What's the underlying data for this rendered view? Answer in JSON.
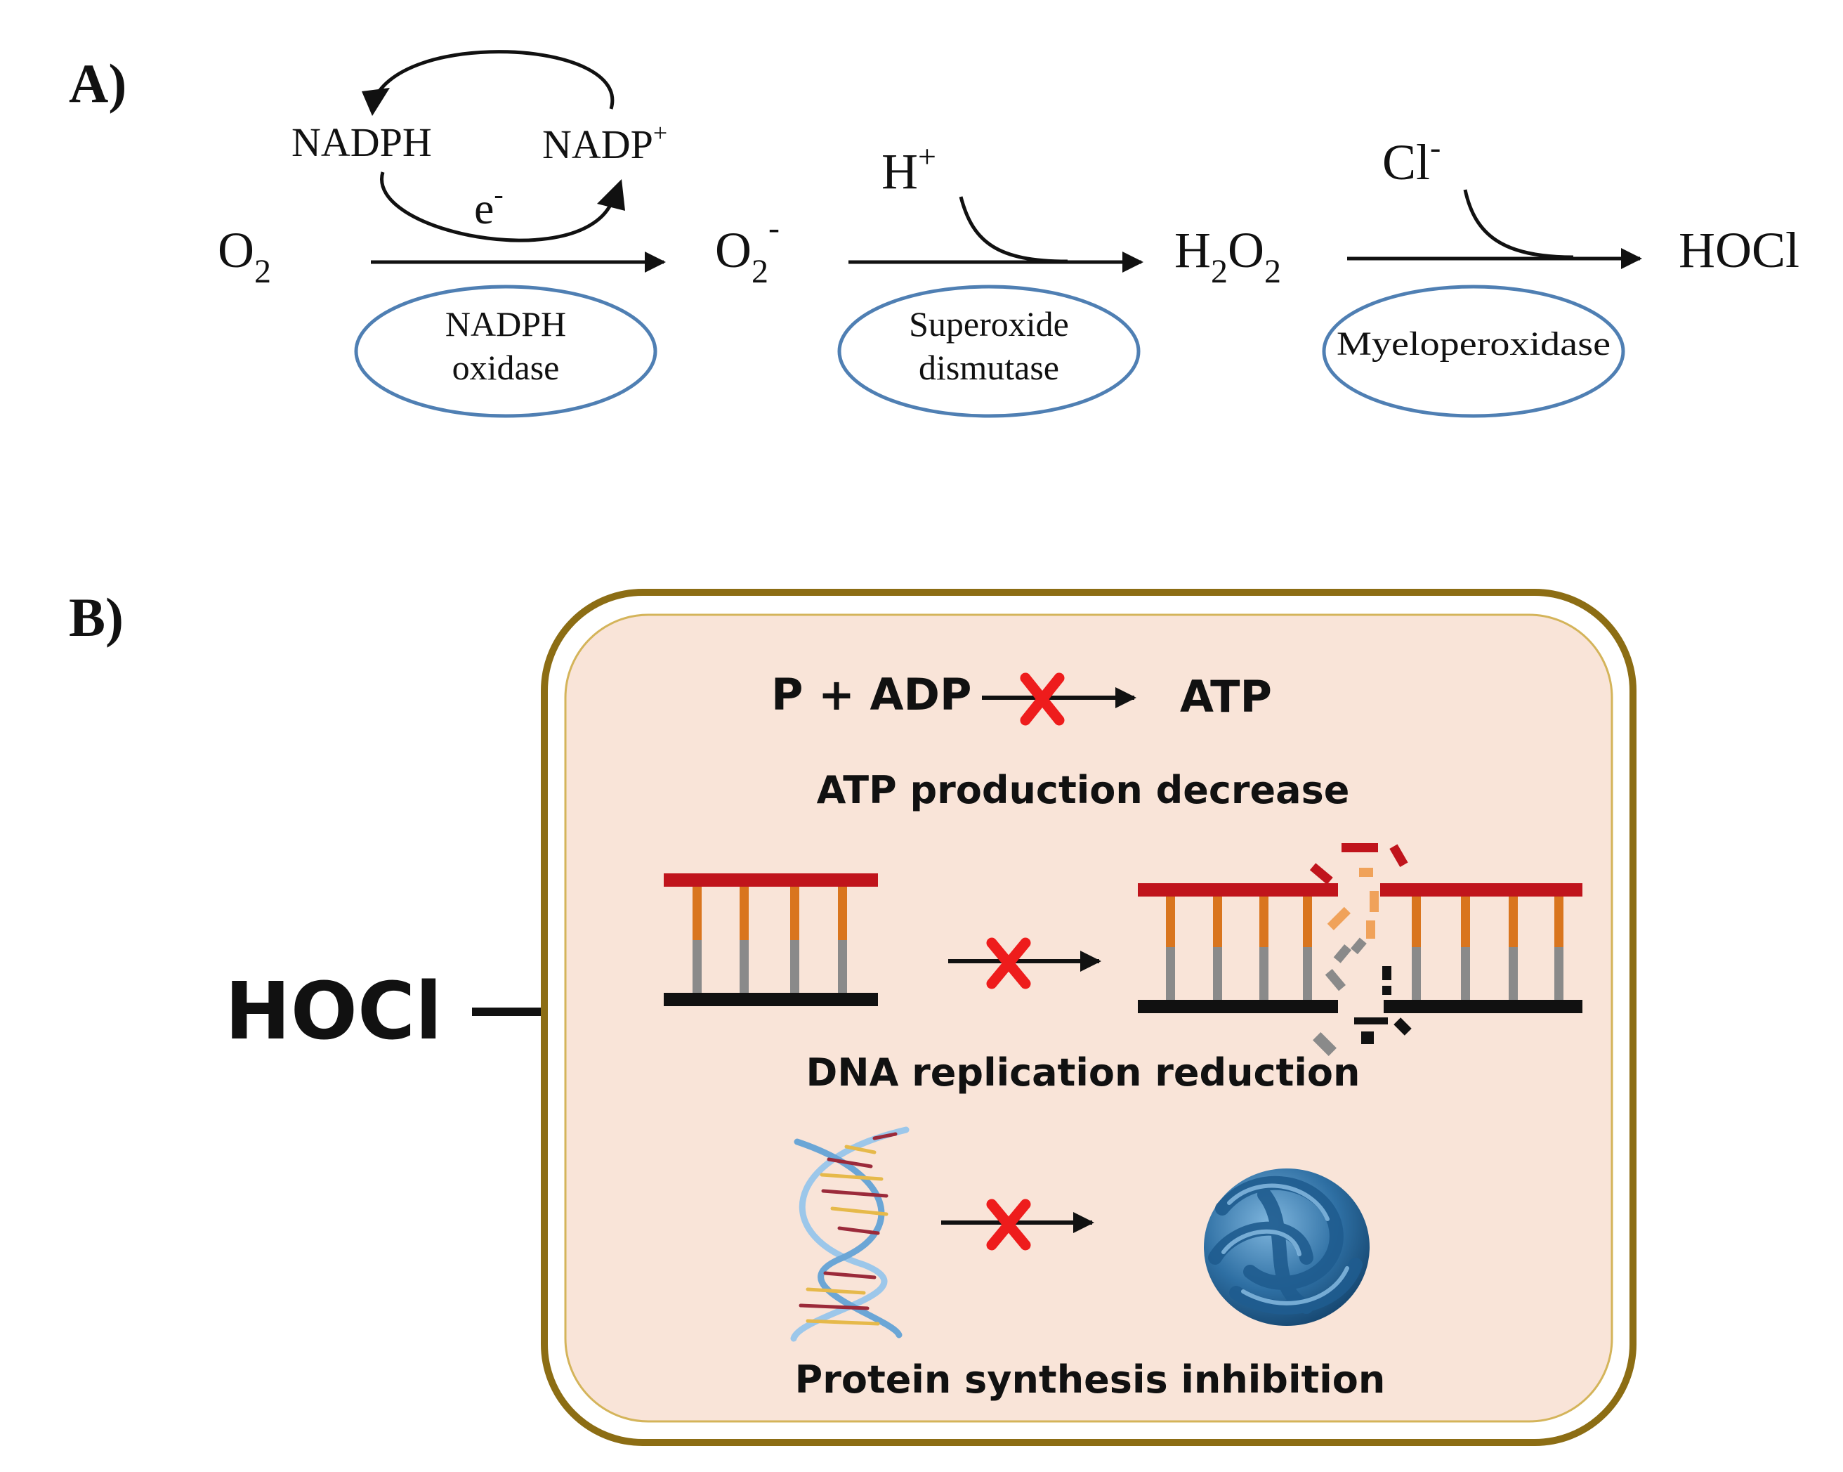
{
  "panel_a": {
    "label": "A)",
    "cofactor_in": "NADPH",
    "cofactor_out": "NADP",
    "cofactor_out_sup": "+",
    "electron": "e",
    "electron_sup": "-",
    "species": {
      "o2": {
        "base": "O",
        "sub": "2"
      },
      "superoxide": {
        "base": "O",
        "sub": "2",
        "sup": "-"
      },
      "h2o2": {
        "b1": "H",
        "s1": "2",
        "b2": "O",
        "s2": "2"
      },
      "hocl": "HOCl"
    },
    "h_plus": {
      "base": "H",
      "sup": "+"
    },
    "cl_minus": {
      "base": "Cl",
      "sup": "-"
    },
    "enzymes": {
      "nadph_oxidase": {
        "line1": "NADPH",
        "line2": "oxidase"
      },
      "sod": {
        "line1": "Superoxide",
        "line2": "dismutase"
      },
      "mpo": {
        "line1": "Myeloperoxidase"
      }
    },
    "colors": {
      "enzyme_outline": "#4f7fb3"
    }
  },
  "panel_b": {
    "label": "B)",
    "agent": "HOCl",
    "atp": {
      "reactants": "P + ADP",
      "product": "ATP",
      "caption": "ATP production decrease"
    },
    "dna": {
      "caption": "DNA replication reduction"
    },
    "protein": {
      "caption": "Protein synthesis inhibition"
    },
    "colors": {
      "cell_border": "#8c6d14",
      "cell_fill": "#f9e4d8",
      "inhibit_x": "#ee1c1c",
      "strand_top": "#c0141c",
      "strand_bottom": "#111111",
      "base_orange": "#d9751e",
      "base_gray": "#8a8a8a",
      "protein_blue": "#2e6fa3"
    },
    "icons": [
      "inhibition-x-icon",
      "dna-helix-icon",
      "folded-protein-icon"
    ]
  }
}
